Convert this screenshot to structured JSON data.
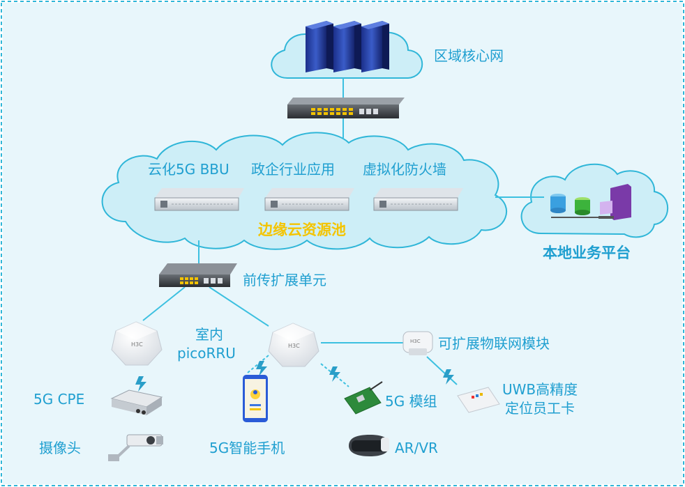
{
  "labels": {
    "core_network": "区域核心网",
    "bbu": "云化5G BBU",
    "gov_app": "政企行业应用",
    "firewall": "虚拟化防火墙",
    "edge_pool": "边缘云资源池",
    "local_platform": "本地业务平台",
    "fronthaul": "前传扩展单元",
    "indoor_1": "室内",
    "indoor_2": "picoRRU",
    "iot_module": "可扩展物联网模块",
    "cpe": "5G CPE",
    "uwb_1": "UWB高精度",
    "uwb_2": "定位员工卡",
    "module_5g": "5G 模组",
    "camera": "摄像头",
    "smartphone": "5G智能手机",
    "arvr": "AR/VR"
  },
  "device_labels": {
    "ap_logo": "H3C"
  },
  "colors": {
    "cloud_fill": "#cdeef7",
    "cloud_stroke": "#2fb6d8",
    "label": "#1f9fd0",
    "highlight": "#f4c400",
    "frame": "#2fb6d8",
    "link": "#3cc0e0"
  }
}
